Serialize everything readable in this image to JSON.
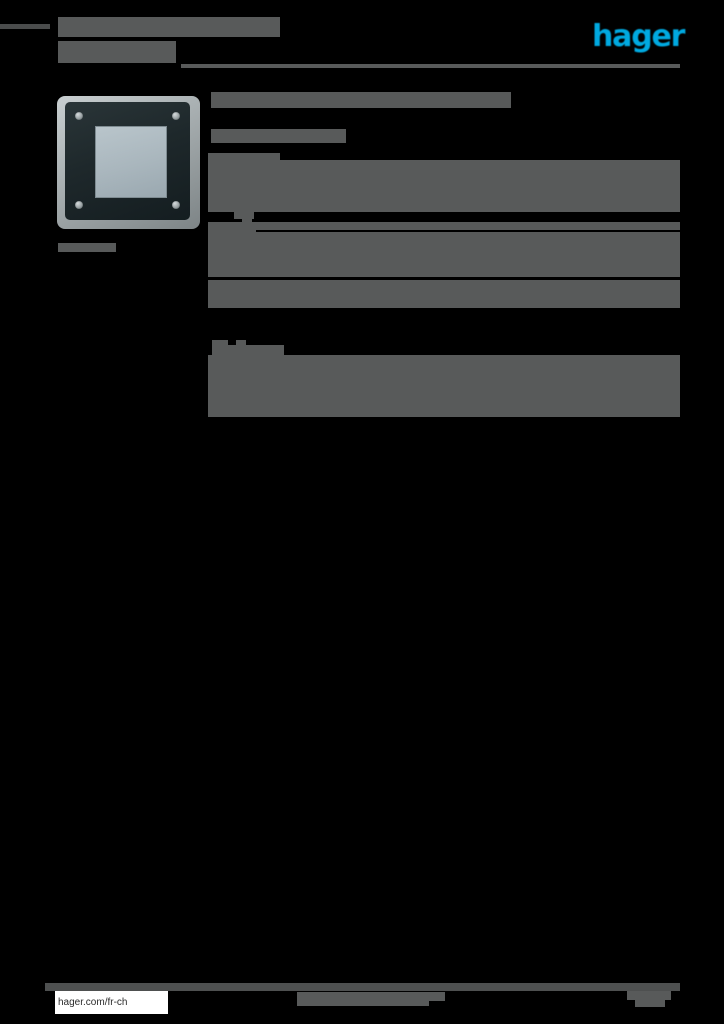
{
  "document": {
    "type": "product-datasheet",
    "brand_logo_text": "hager",
    "brand_color": "#00a9e0",
    "redaction_color": "#585a5a",
    "page_background": "#000000"
  },
  "header": {
    "title_line1": "",
    "title_line2": "",
    "rule_visible": true
  },
  "product": {
    "caption": "",
    "frame_color": "#1e282b",
    "screen_color": "#a9b6bd",
    "bezel_color": "#aeb5b7",
    "screw_count": 4
  },
  "content": {
    "section1": {
      "heading": "",
      "subheading": "",
      "tables": [
        {
          "name": "table-1",
          "rows": 4
        },
        {
          "name": "table-2",
          "rows": 4
        },
        {
          "name": "table-3",
          "rows": 2
        }
      ]
    },
    "section2": {
      "heading": "",
      "tables": [
        {
          "name": "table-4",
          "rows": 3
        },
        {
          "name": "table-5",
          "rows": 1
        },
        {
          "name": "table-6",
          "rows": 1
        }
      ]
    }
  },
  "footer": {
    "url": "hager.com/fr-ch",
    "center_text": "",
    "page_number": ""
  }
}
